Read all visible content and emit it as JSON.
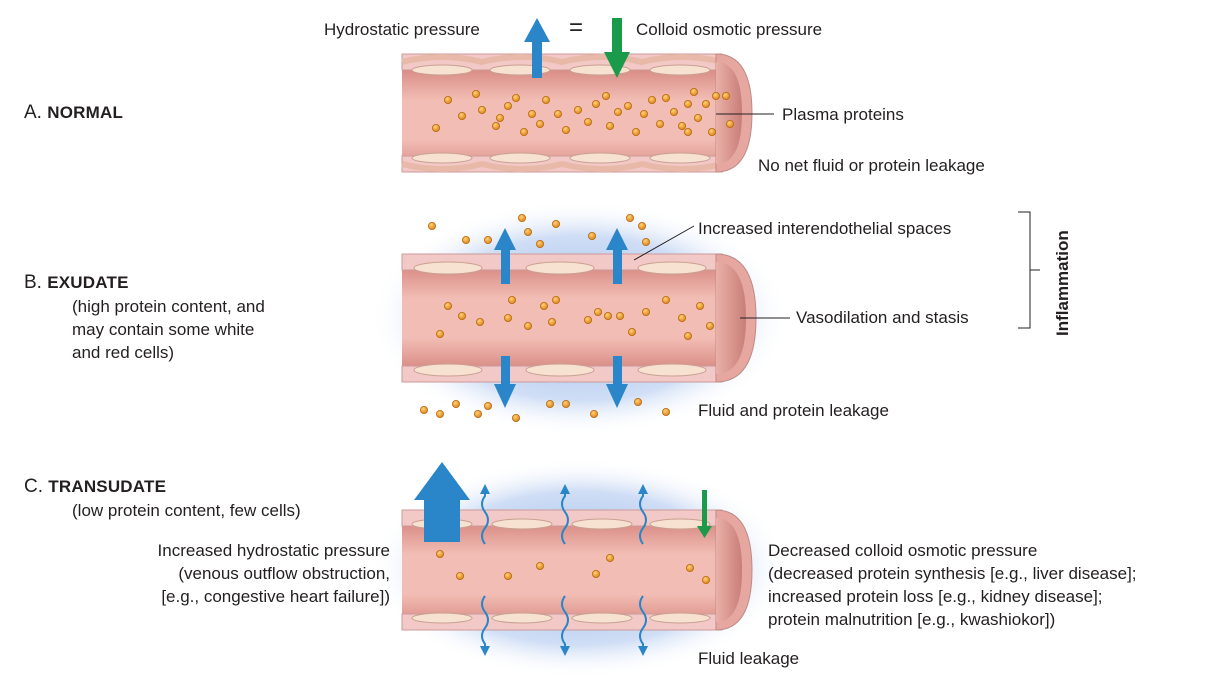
{
  "top": {
    "hydrostatic": "Hydrostatic pressure",
    "equals": "=",
    "colloid": "Colloid osmotic pressure"
  },
  "panel_a": {
    "letter": "A.",
    "title": "NORMAL",
    "protein_label": "Plasma proteins",
    "caption": "No net fluid or protein leakage"
  },
  "panel_b": {
    "letter": "B.",
    "title": "EXUDATE",
    "desc1": "(high protein content, and",
    "desc2": "may contain some white",
    "desc3": "and red cells)",
    "label_spaces": "Increased interendothelial spaces",
    "label_vaso": "Vasodilation and stasis",
    "label_inflammation": "Inflammation",
    "caption": "Fluid and protein leakage"
  },
  "panel_c": {
    "letter": "C.",
    "title": "TRANSUDATE",
    "desc": "(low protein content, few cells)",
    "left1": "Increased hydrostatic pressure",
    "left2": "(venous outflow obstruction,",
    "left3": "[e.g., congestive heart failure])",
    "right1": "Decreased colloid osmotic pressure",
    "right2": "(decreased protein synthesis [e.g., liver disease];",
    "right3": "increased protein loss [e.g., kidney disease];",
    "right4": "protein malnutrition [e.g., kwashiokor])",
    "caption": "Fluid leakage"
  },
  "colors": {
    "vessel_wall": "#f4c6c4",
    "vessel_lumen": "#e9a79e",
    "cell": "#f6dcc8",
    "protein": "#f0a030",
    "blue_arrow": "#2a86c8",
    "green_arrow": "#1a9a4a",
    "halo": "#8fb4e6"
  }
}
